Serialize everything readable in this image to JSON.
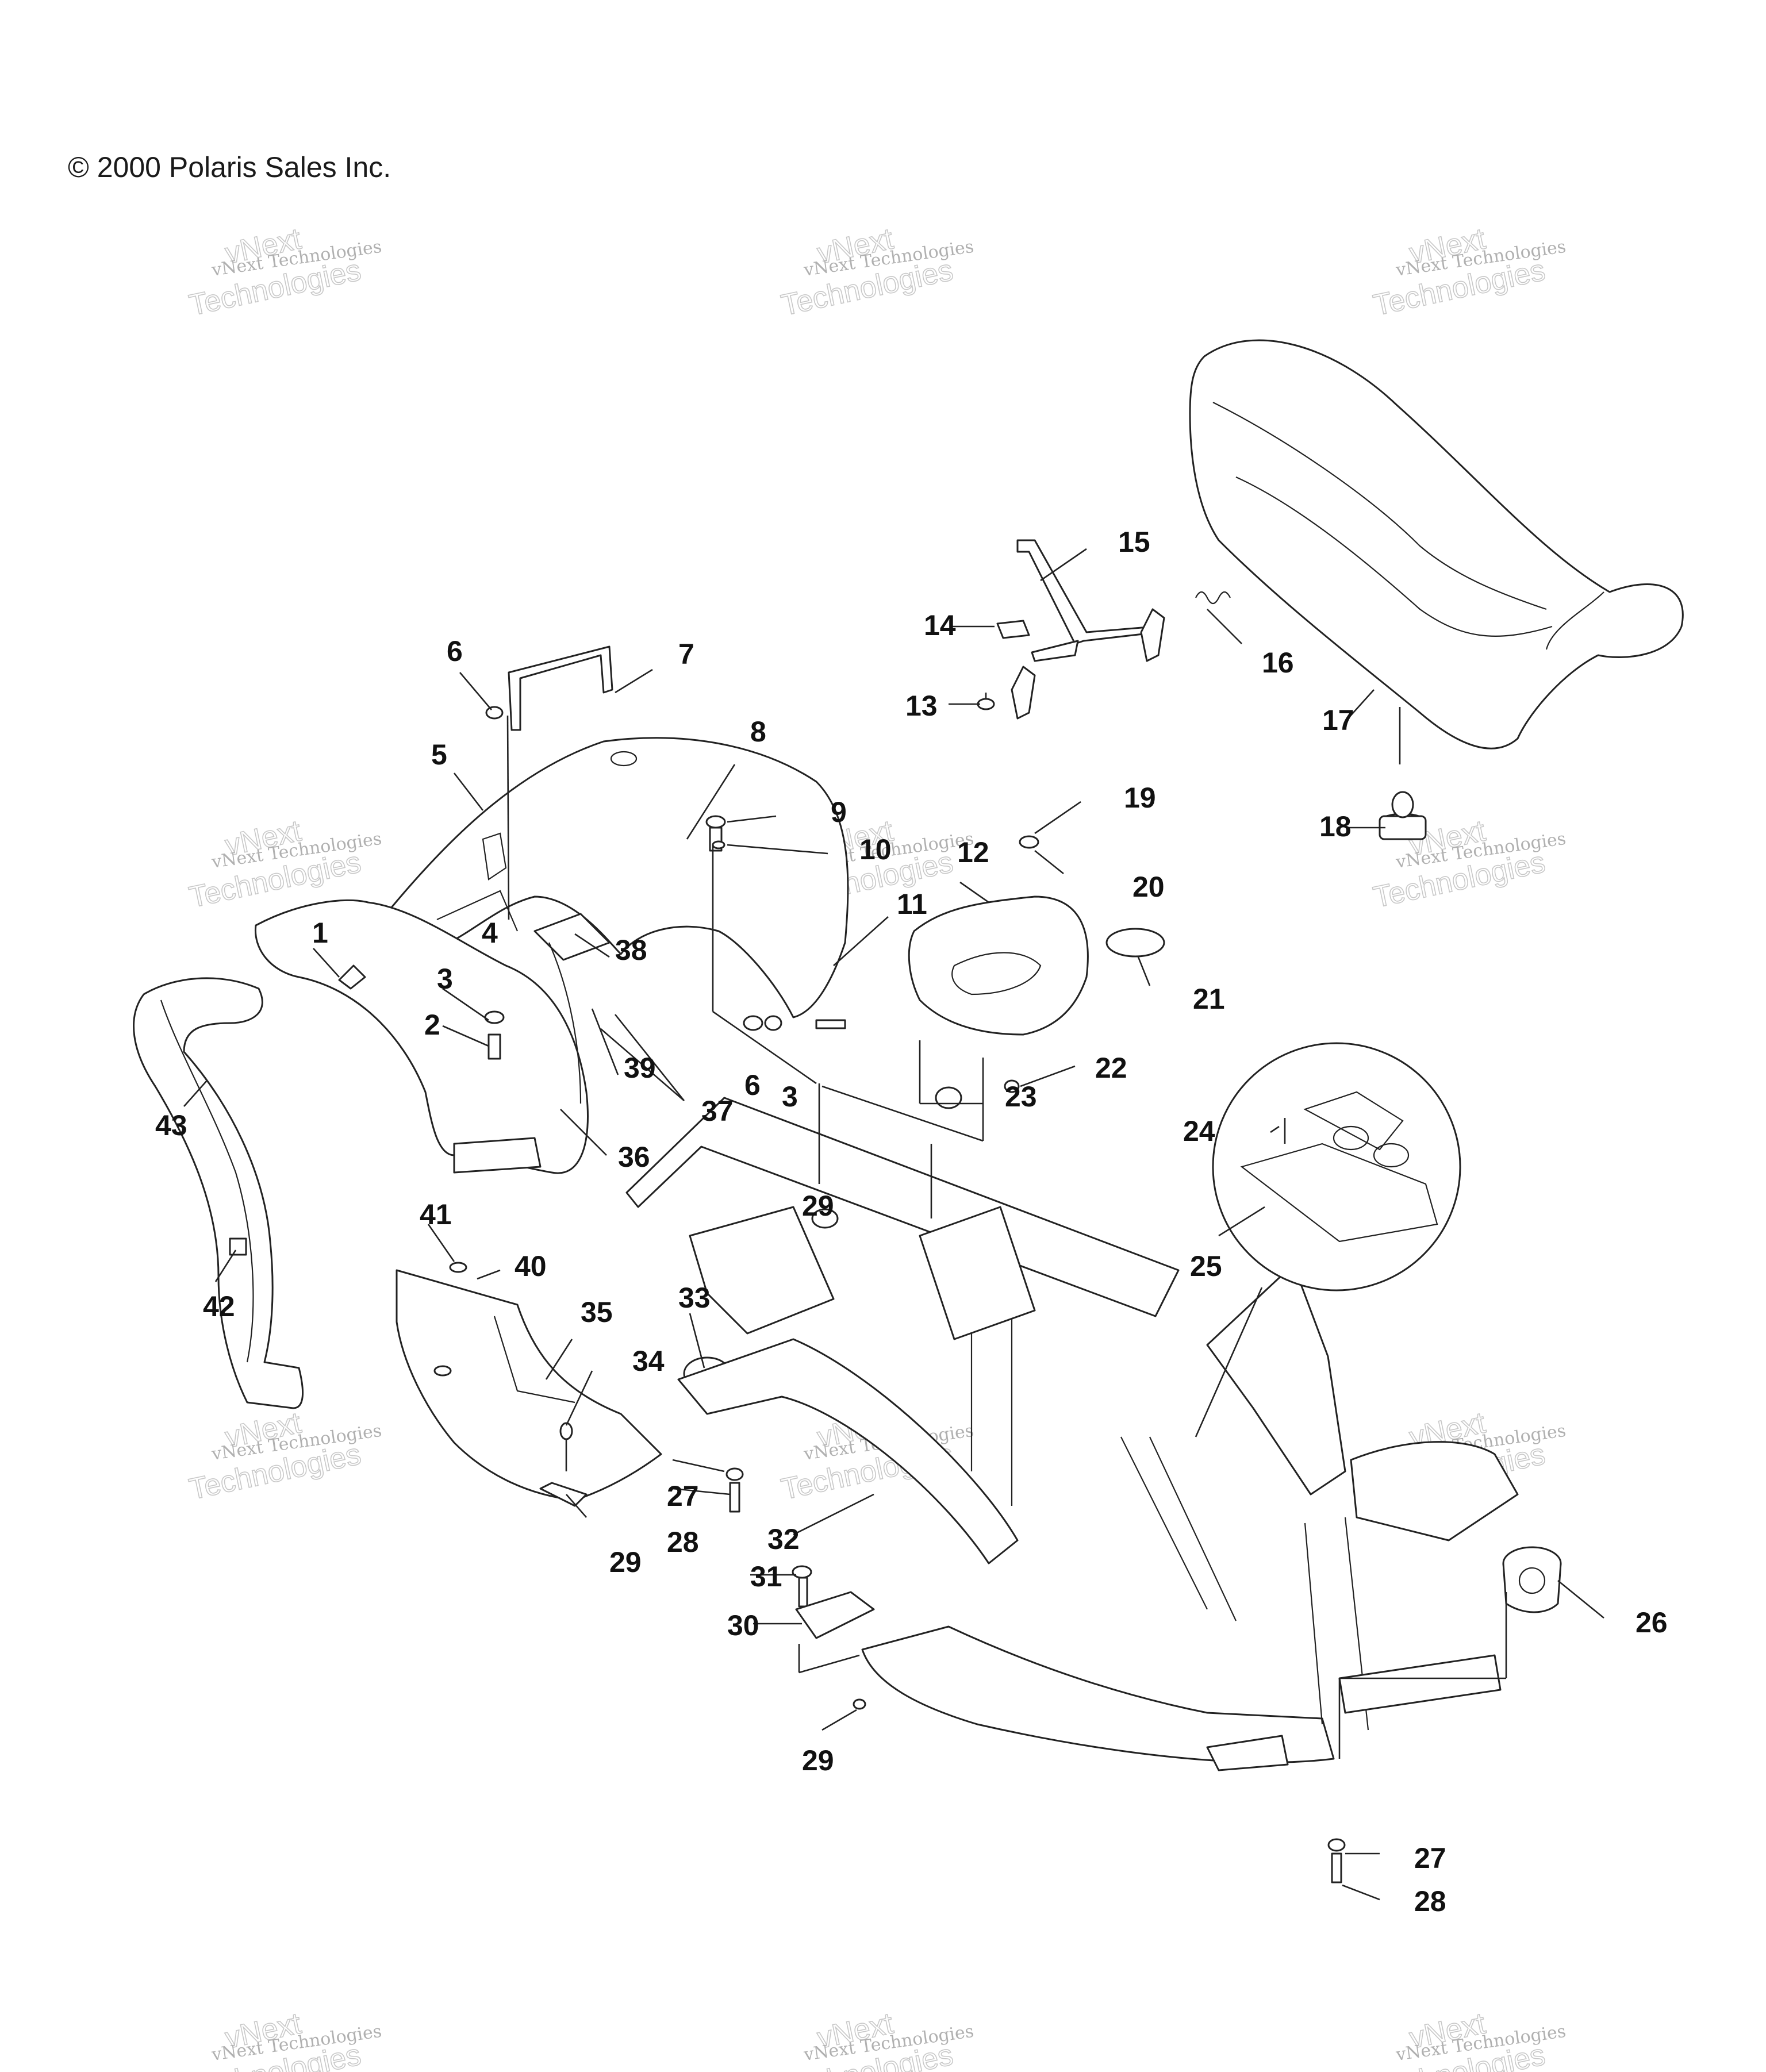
{
  "copyright": "© 2000 Polaris Sales Inc.",
  "watermark": {
    "line1": "vNext Technologies",
    "line2": "vNext\nTechnologies"
  },
  "callouts": [
    "1",
    "2",
    "3",
    "4",
    "5",
    "6",
    "7",
    "8",
    "9",
    "10",
    "11",
    "12",
    "13",
    "14",
    "15",
    "16",
    "17",
    "18",
    "19",
    "20",
    "21",
    "22",
    "23",
    "24",
    "25",
    "26",
    "27",
    "28",
    "29",
    "30",
    "31",
    "32",
    "33",
    "34",
    "35",
    "36",
    "37",
    "38",
    "39",
    "40",
    "41",
    "42",
    "43"
  ]
}
